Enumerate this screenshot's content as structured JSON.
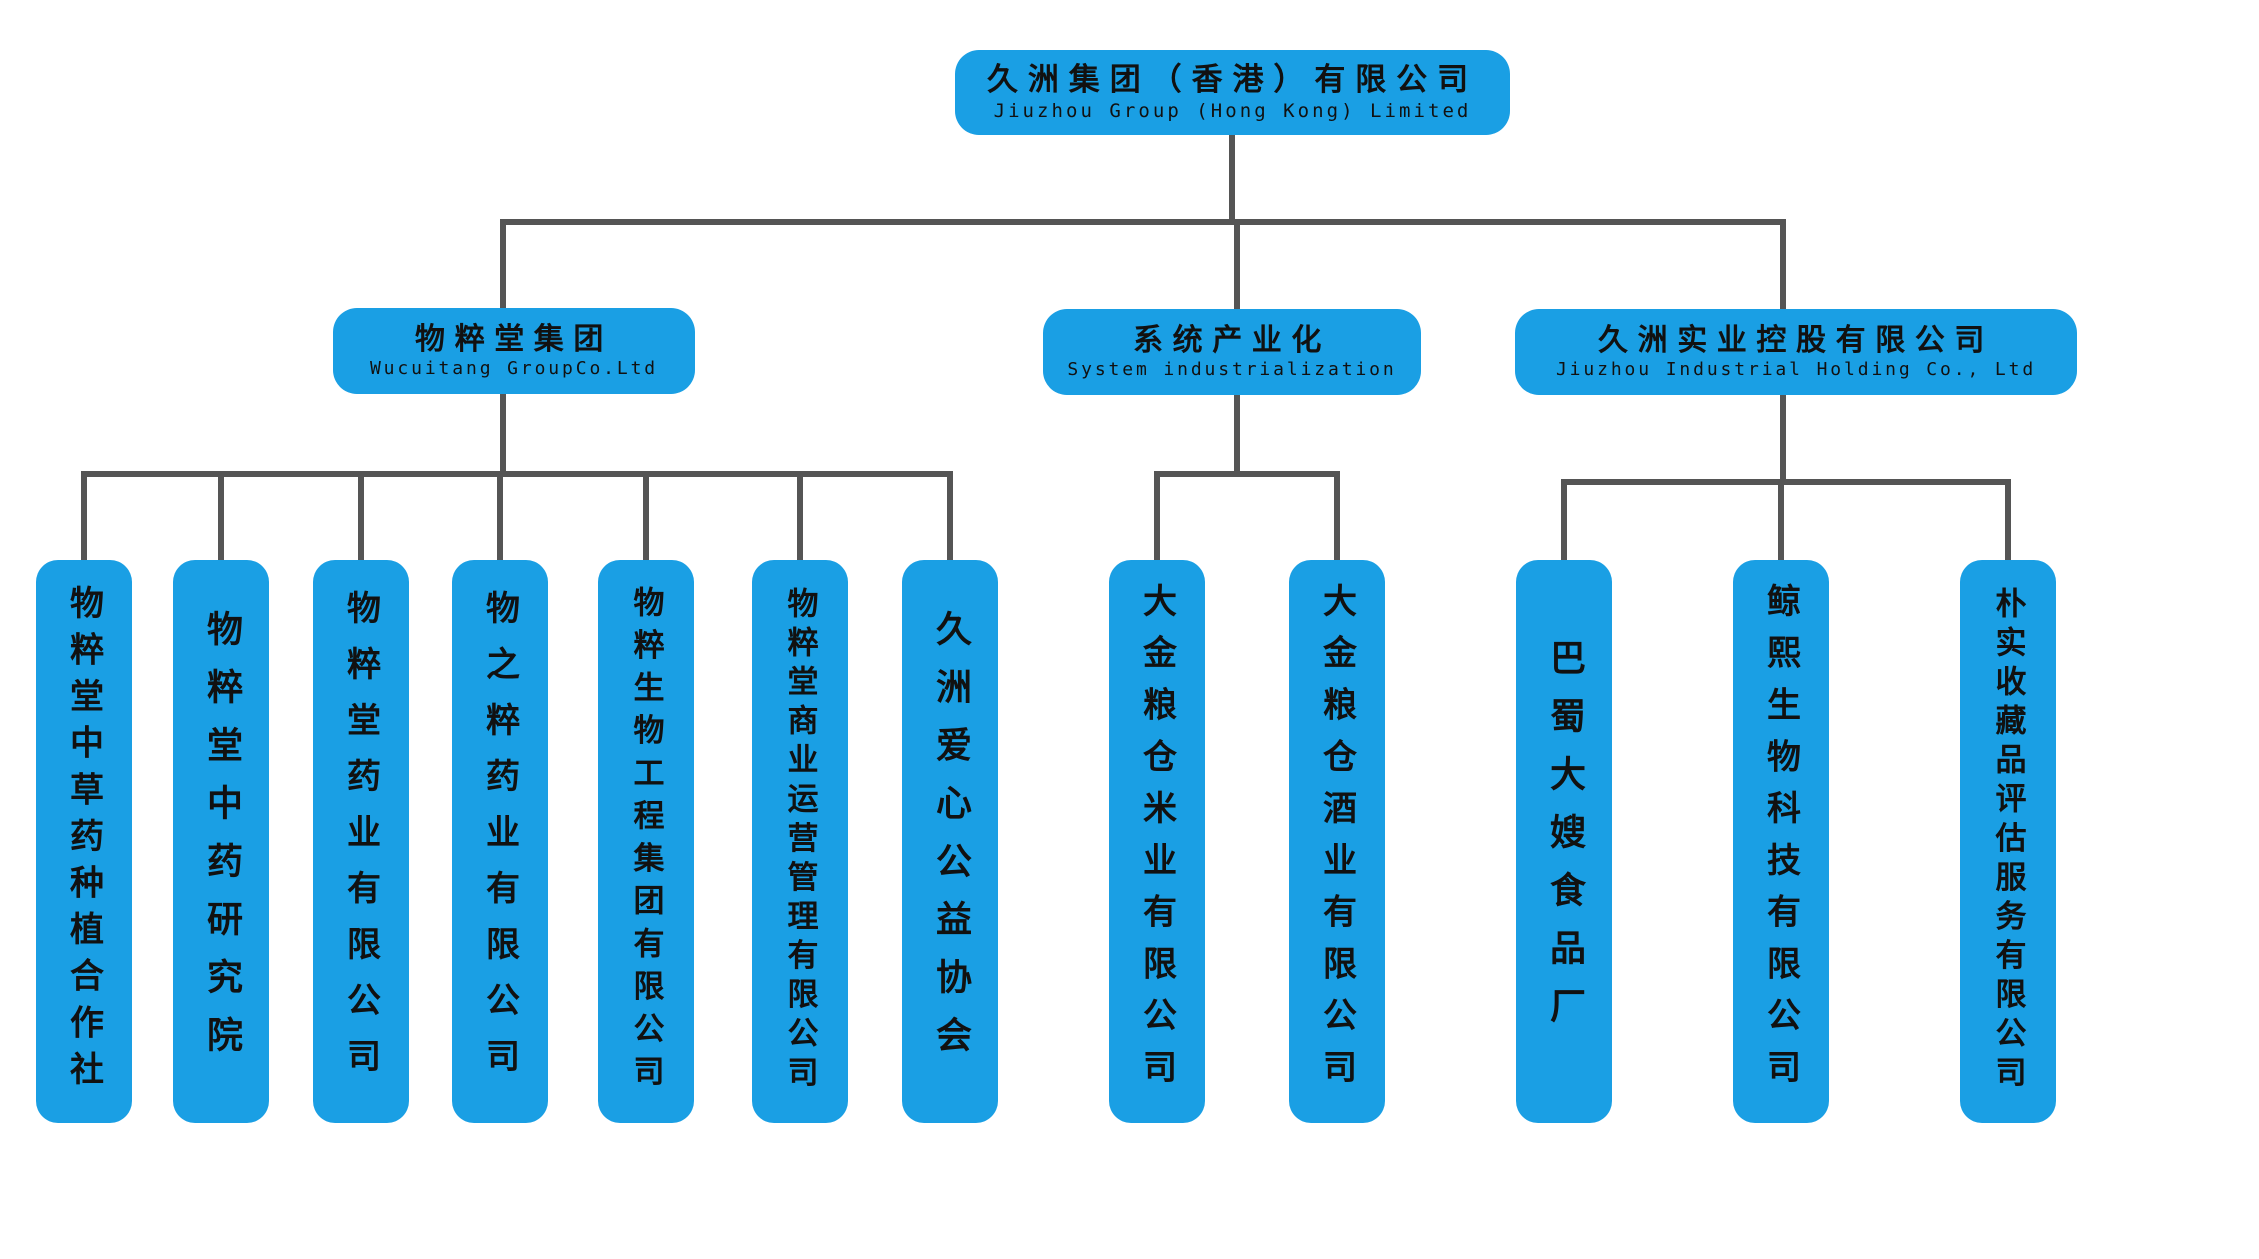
{
  "root": {
    "cn": "久洲集团（香港）有限公司",
    "en": "Jiuzhou Group (Hong Kong) Limited"
  },
  "groups": [
    {
      "cn": "物粹堂集团",
      "en": "Wucuitang GroupCo.Ltd",
      "children": [
        "物粹堂中草药种植合作社",
        "物粹堂中药研究院",
        "物粹堂药业有限公司",
        "物之粹药业有限公司",
        "物粹生物工程集团有限公司",
        "物粹堂商业运营管理有限公司",
        "久洲爱心公益协会"
      ]
    },
    {
      "cn": "系统产业化",
      "en": "System industrialization",
      "children": [
        "大金粮仓米业有限公司",
        "大金粮仓酒业有限公司"
      ]
    },
    {
      "cn": "久洲实业控股有限公司",
      "en": "Jiuzhou Industrial Holding Co., Ltd",
      "children": [
        "巴蜀大嫂食品厂",
        "鲸熙生物科技有限公司",
        "朴实收藏品评估服务有限公司"
      ]
    }
  ],
  "colors": {
    "box": "#1a9fe4",
    "line": "#555555",
    "text": "#111111"
  }
}
